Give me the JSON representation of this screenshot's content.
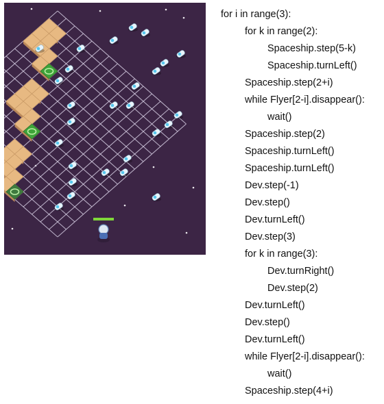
{
  "code": {
    "lines": [
      {
        "text": "for i in range(3):",
        "indent": 0
      },
      {
        "text": "for k in range(2):",
        "indent": 1
      },
      {
        "text": "Spaceship.step(5-k)",
        "indent": 2
      },
      {
        "text": "Spaceship.turnLeft()",
        "indent": 2
      },
      {
        "text": "Spaceship.step(2+i)",
        "indent": 1
      },
      {
        "text": "while Flyer[2-i].disappear():",
        "indent": 1
      },
      {
        "text": "wait()",
        "indent": 2
      },
      {
        "text": "Spaceship.step(2)",
        "indent": 1
      },
      {
        "text": "Spaceship.turnLeft()",
        "indent": 1
      },
      {
        "text": "Spaceship.turnLeft()",
        "indent": 1
      },
      {
        "text": "Dev.step(-1)",
        "indent": 1
      },
      {
        "text": "Dev.step()",
        "indent": 1
      },
      {
        "text": "Dev.turnLeft()",
        "indent": 1
      },
      {
        "text": "Dev.step(3)",
        "indent": 1
      },
      {
        "text": "for k in range(3):",
        "indent": 1
      },
      {
        "text": "Dev.turnRight()",
        "indent": 2
      },
      {
        "text": "Dev.step(2)",
        "indent": 2
      },
      {
        "text": "Dev.turnLeft()",
        "indent": 1
      },
      {
        "text": "Dev.step()",
        "indent": 1
      },
      {
        "text": "Dev.turnLeft()",
        "indent": 1
      },
      {
        "text": "while Flyer[2-i].disappear():",
        "indent": 1
      },
      {
        "text": "wait()",
        "indent": 2
      },
      {
        "text": "Spaceship.step(4+i)",
        "indent": 1
      }
    ]
  },
  "game": {
    "colors": {
      "background": "#3c2545",
      "grid": "#cfc6dc",
      "platform": "#e7b982",
      "platform_side": "#b9875a",
      "target_tile": "#3fa43a",
      "target_tile_dim": "#3f7a3f",
      "flyer": "#56c7ee",
      "flyer_body": "#e9f4fb",
      "health_bar": "#7fd63a"
    },
    "icons": [
      "flyer-icon",
      "target-ring-icon",
      "dev-character-icon",
      "star-icon"
    ]
  }
}
